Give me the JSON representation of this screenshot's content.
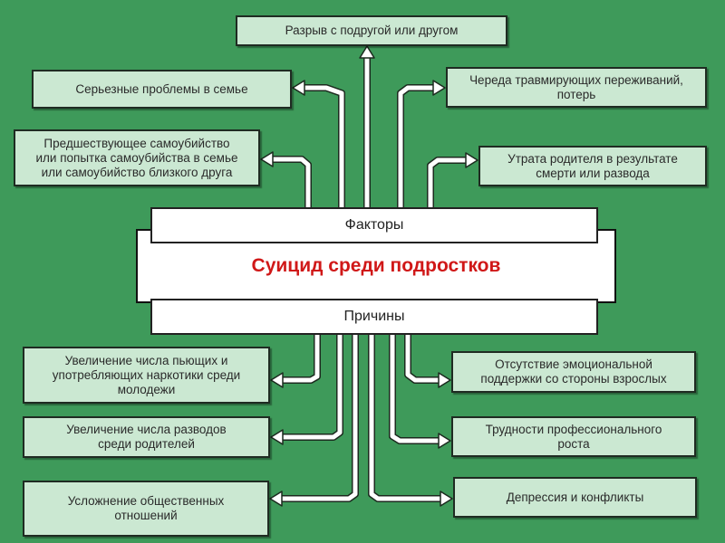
{
  "diagram": {
    "title": "Суицид среди подростков",
    "top_band": "Факторы",
    "bottom_band": "Причины",
    "colors": {
      "background": "#3e9a5a",
      "box_fill": "#cbe8d2",
      "title_text": "#d01818",
      "connector": "#ffffff"
    },
    "factors": [
      {
        "id": "f-top",
        "text": "Разрыв с подругой или другом"
      },
      {
        "id": "f-left-1",
        "text": "Серьезные проблемы в семье"
      },
      {
        "id": "f-left-2",
        "text": "Предшествующее самоубийство\nили попытка самоубийства в семье\nили самоубийство близкого друга"
      },
      {
        "id": "f-right-1",
        "text": "Череда травмирующих переживаний,\nпотерь"
      },
      {
        "id": "f-right-2",
        "text": "Утрата родителя в результате\nсмерти или развода"
      }
    ],
    "causes": [
      {
        "id": "c-left-1",
        "text": "Увеличение числа пьющих и\nупотребляющих наркотики среди\nмолодежи"
      },
      {
        "id": "c-left-2",
        "text": "Увеличение числа разводов\nсреди родителей"
      },
      {
        "id": "c-left-3",
        "text": "Усложнение общественных\nотношений"
      },
      {
        "id": "c-right-1",
        "text": "Отсутствие эмоциональной\nподдержки со стороны взрослых"
      },
      {
        "id": "c-right-2",
        "text": "Трудности профессионального\nроста"
      },
      {
        "id": "c-right-3",
        "text": "Депрессия и конфликты"
      }
    ]
  }
}
